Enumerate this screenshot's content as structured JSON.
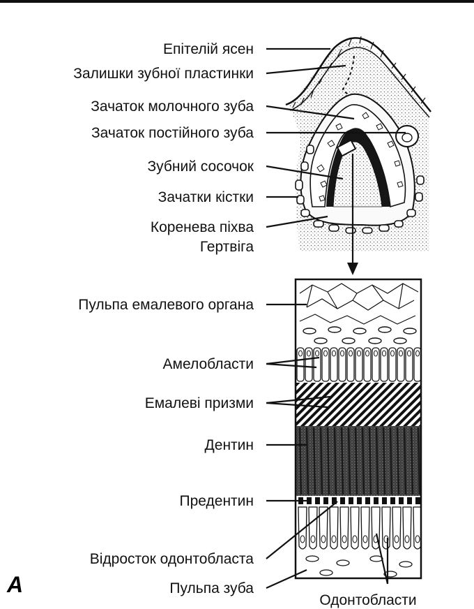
{
  "panel_letter": "A",
  "labels": {
    "gingival_epithelium": "Епітелій ясен",
    "dental_lamina_remnants": "Залишки зубної пластинки",
    "primary_tooth_germ": "Зачаток молочного зуба",
    "permanent_tooth_germ": "Зачаток постійного зуба",
    "dental_papilla": "Зубний сосочок",
    "bone_germs": "Зачатки кістки",
    "hertwig_sheath_line1": "Коренева піхва",
    "hertwig_sheath_line2": "Гертвіга",
    "enamel_organ_pulp": "Пульпа емалевого органа",
    "ameloblasts": "Амелобласти",
    "enamel_prisms": "Емалеві призми",
    "dentin": "Дентин",
    "predentin": "Предентин",
    "odontoblast_process": "Відросток одонтобласта",
    "tooth_pulp": "Пульпа зуба",
    "odontoblasts": "Одонтобласти"
  },
  "colors": {
    "ink": "#111111",
    "stipple": "#9a9a9a",
    "dentin": "#4a4a4a",
    "background": "#ffffff"
  }
}
